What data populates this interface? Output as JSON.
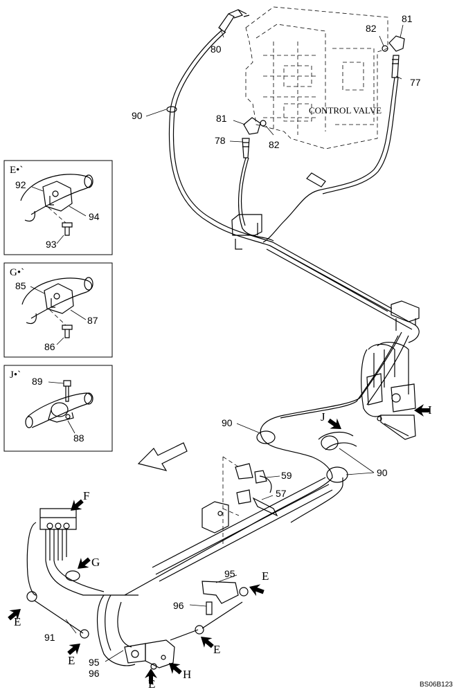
{
  "diagram": {
    "control_valve_label": "CONTROL VALVE",
    "drawing_code": "BS06B123",
    "insets": [
      {
        "title": "E•`",
        "labels": [
          "92",
          "94",
          "93"
        ]
      },
      {
        "title": "G•`",
        "labels": [
          "85",
          "87",
          "86"
        ]
      },
      {
        "title": "J•`",
        "labels": [
          "89",
          "88"
        ]
      }
    ],
    "part_labels": {
      "p80": "80",
      "p81a": "81",
      "p82a": "82",
      "p77": "77",
      "p90a": "90",
      "p81b": "81",
      "p78": "78",
      "p82b": "82",
      "p90b": "90",
      "p90c": "90",
      "p59": "59",
      "p57": "57",
      "p95a": "95",
      "p96a": "96",
      "p91": "91",
      "p95b": "95",
      "p96b": "96"
    },
    "view_letters": {
      "I": "I",
      "J": "J",
      "F": "F",
      "G": "G",
      "E1": "E",
      "E2": "E",
      "E3": "E",
      "E4": "E",
      "E5": "E",
      "H": "H"
    }
  }
}
